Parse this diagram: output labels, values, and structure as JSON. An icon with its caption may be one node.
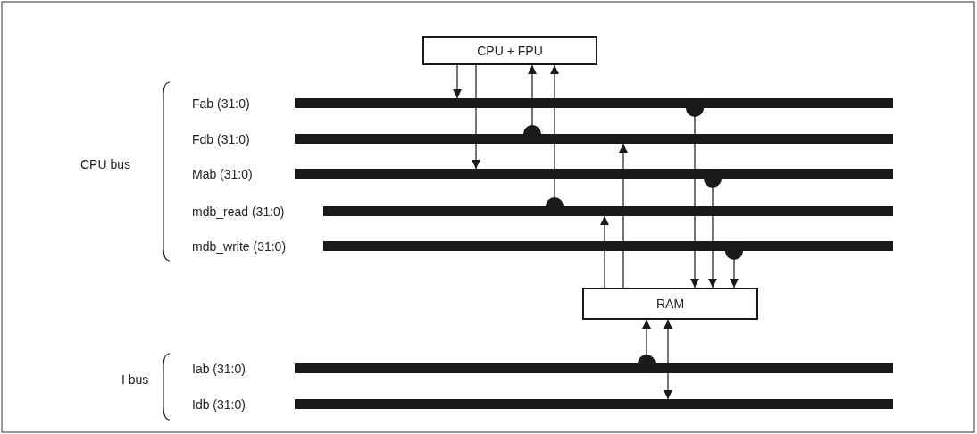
{
  "diagram": {
    "nodes": [
      {
        "text": [
          "CPU + FPU"
        ]
      },
      {
        "text": [],
        "shape": "bar",
        "beside": [
          "Fab (31:0)"
        ]
      },
      {
        "text": [],
        "shape": "bar",
        "beside": [
          "Fdb (31:0)"
        ]
      },
      {
        "text": [],
        "shape": "bar",
        "beside": [
          "Mab (31:0)"
        ]
      },
      {
        "text": [],
        "shape": "bar",
        "beside": [
          "mdb_read (31:0)"
        ]
      },
      {
        "text": [],
        "shape": "bar",
        "beside": [
          "mdb_write (31:0)"
        ]
      },
      {
        "text": [
          "RAM"
        ]
      },
      {
        "text": [],
        "shape": "bar",
        "beside": [
          "Iab (31:0)"
        ]
      },
      {
        "text": [],
        "shape": "bar",
        "beside": [
          "Idb (31:0)"
        ]
      }
    ],
    "edges": [
      {
        "from": 0,
        "to": 1,
        "arrow": "to"
      },
      {
        "from": 0,
        "to": 3,
        "arrow": "to"
      },
      {
        "from": 2,
        "to": 0,
        "arrow": "to"
      },
      {
        "from": 4,
        "to": 0,
        "arrow": "to"
      },
      {
        "from": 6,
        "to": 4,
        "arrow": "to"
      },
      {
        "from": 6,
        "to": 2,
        "arrow": "to"
      },
      {
        "from": 1,
        "to": 6,
        "arrow": "to"
      },
      {
        "from": 3,
        "to": 6,
        "arrow": "to"
      },
      {
        "from": 5,
        "to": 6,
        "arrow": "to"
      },
      {
        "from": 7,
        "to": 6,
        "arrow": "to"
      },
      {
        "from": 6,
        "to": 8,
        "arrow": "both"
      }
    ],
    "labels": [
      "CPU bus",
      "I bus"
    ]
  }
}
